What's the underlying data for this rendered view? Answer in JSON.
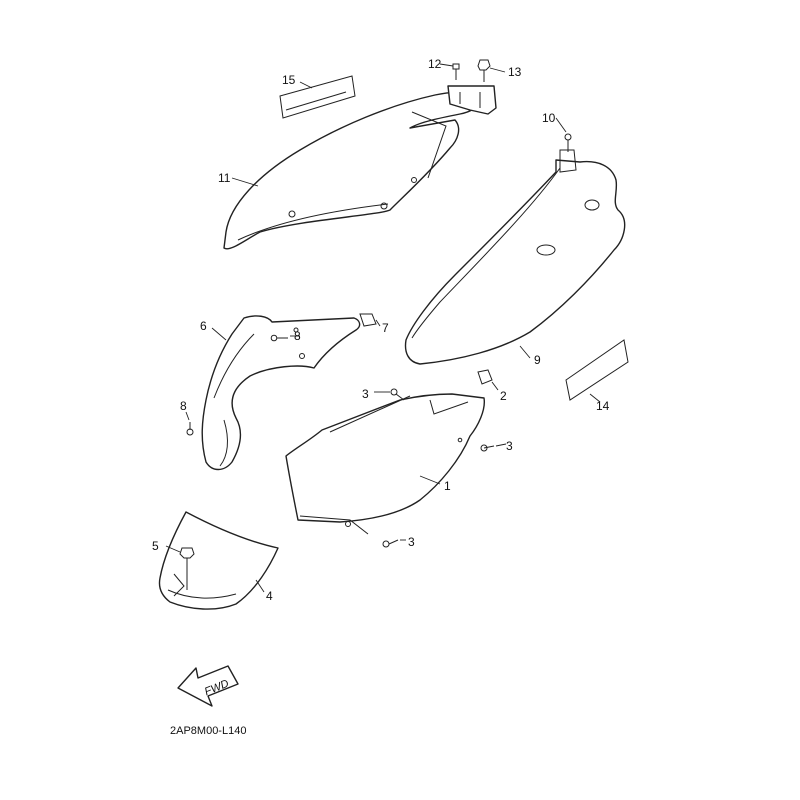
{
  "diagram": {
    "code": "2AP8M00-L140",
    "fwd_label": "FWD",
    "callouts": {
      "c1": "1",
      "c2": "2",
      "c3a": "3",
      "c3b": "3",
      "c3c": "3",
      "c4": "4",
      "c5": "5",
      "c6": "6",
      "c7": "7",
      "c8a": "8",
      "c8b": "8",
      "c9": "9",
      "c10": "10",
      "c11": "11",
      "c12": "12",
      "c13": "13",
      "c14": "14",
      "c15": "15"
    }
  }
}
